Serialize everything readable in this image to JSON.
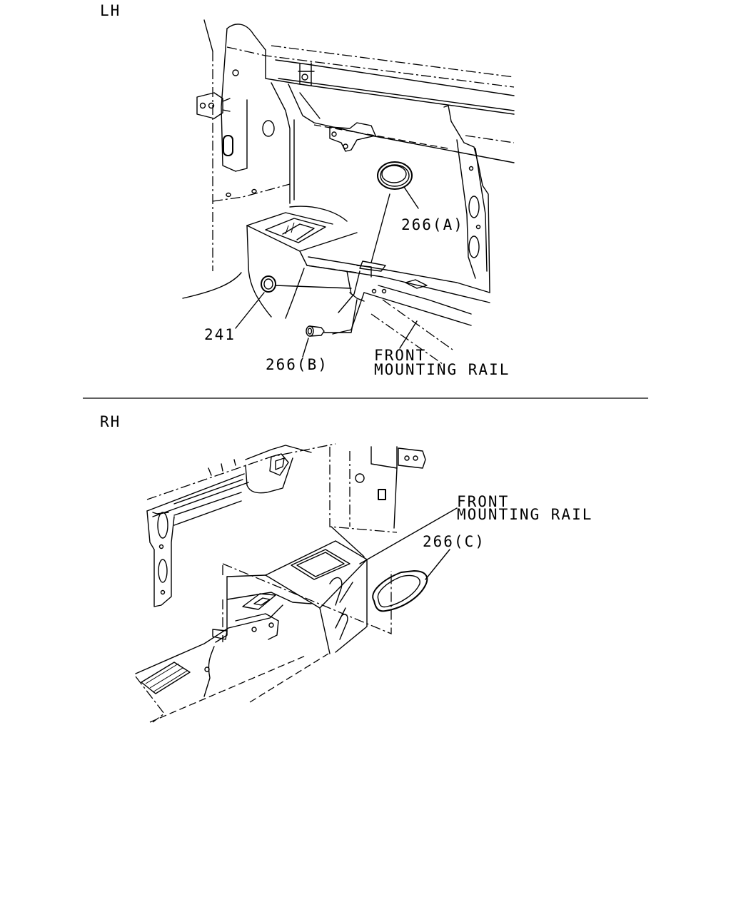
{
  "panels": [
    {
      "side": "LH",
      "callouts": [
        "266(A)",
        "241",
        "266(B)"
      ],
      "rail_label": [
        "FRONT",
        "MOUNTING RAIL"
      ]
    },
    {
      "side": "RH",
      "callouts": [
        "266(C)"
      ],
      "rail_label": [
        "FRONT",
        "MOUNTING RAIL"
      ]
    }
  ]
}
